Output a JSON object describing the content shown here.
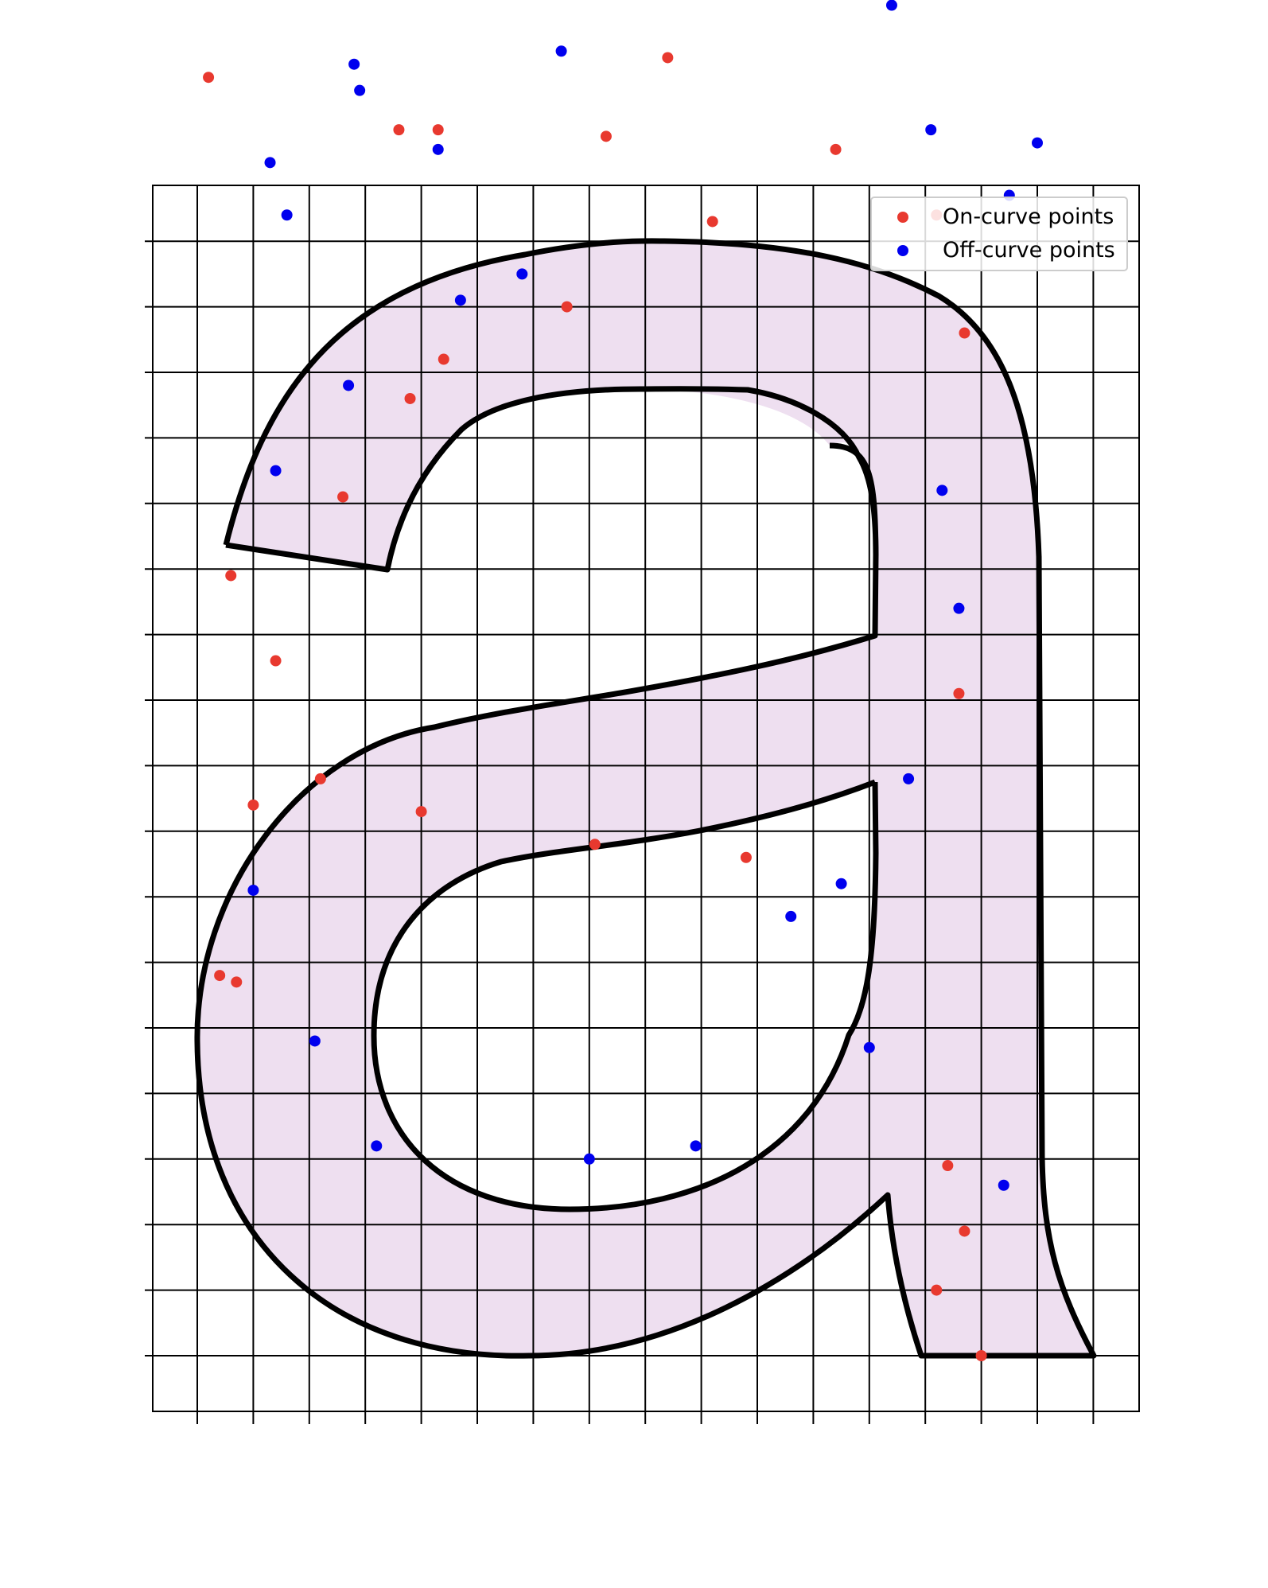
{
  "chart_data": {
    "type": "scatter",
    "title": "",
    "xlabel": "",
    "ylabel": "",
    "grid": true,
    "legend_position": "top-right",
    "tick_labels": "none",
    "colors": {
      "on_curve": "#e8392f",
      "off_curve": "#0000ee",
      "glyph_fill": "#eedff0",
      "outline": "#000000",
      "grid": "#000000"
    },
    "series": [
      {
        "name": "On-curve points",
        "points": [
          [
            18.4,
            23.8
          ],
          [
            21.4,
            22.4
          ],
          [
            23.2,
            21.4
          ],
          [
            23.7,
            19.6
          ],
          [
            23.6,
            14.1
          ],
          [
            23.4,
            6.9
          ],
          [
            23.2,
            5.0
          ],
          [
            24.0,
            4.0
          ],
          [
            23.7,
            5.9
          ],
          [
            19.8,
            11.6
          ],
          [
            17.1,
            11.8
          ],
          [
            14.0,
            12.3
          ],
          [
            12.2,
            12.8
          ],
          [
            11.4,
            14.6
          ],
          [
            10.6,
            15.9
          ],
          [
            12.6,
            17.1
          ],
          [
            13.8,
            18.6
          ],
          [
            14.4,
            19.2
          ],
          [
            16.6,
            20.0
          ],
          [
            19.2,
            21.3
          ],
          [
            17.3,
            22.6
          ],
          [
            14.3,
            22.7
          ],
          [
            13.6,
            22.7
          ],
          [
            10.2,
            23.5
          ],
          [
            10.7,
            9.7
          ],
          [
            10.4,
            9.8
          ],
          [
            11.0,
            12.4
          ]
        ]
      },
      {
        "name": "Off-curve points",
        "points": [
          [
            12.8,
            23.7
          ],
          [
            16.5,
            23.9
          ],
          [
            23.1,
            22.7
          ],
          [
            24.5,
            21.7
          ],
          [
            22.4,
            24.6
          ],
          [
            25.0,
            22.5
          ],
          [
            23.6,
            15.4
          ],
          [
            23.3,
            17.2
          ],
          [
            24.4,
            6.6
          ],
          [
            21.5,
            11.2
          ],
          [
            22.7,
            12.8
          ],
          [
            22.0,
            8.7
          ],
          [
            20.6,
            10.7
          ],
          [
            18.9,
            7.2
          ],
          [
            17.0,
            7.0
          ],
          [
            13.2,
            7.2
          ],
          [
            12.1,
            8.8
          ],
          [
            11.0,
            11.1
          ],
          [
            11.4,
            17.5
          ],
          [
            12.7,
            18.8
          ],
          [
            14.7,
            20.1
          ],
          [
            15.8,
            20.5
          ],
          [
            14.3,
            22.4
          ],
          [
            12.9,
            23.3
          ],
          [
            11.3,
            22.2
          ],
          [
            11.6,
            21.4
          ]
        ]
      }
    ]
  },
  "legend": {
    "on_label": "On-curve points",
    "off_label": "Off-curve points"
  }
}
